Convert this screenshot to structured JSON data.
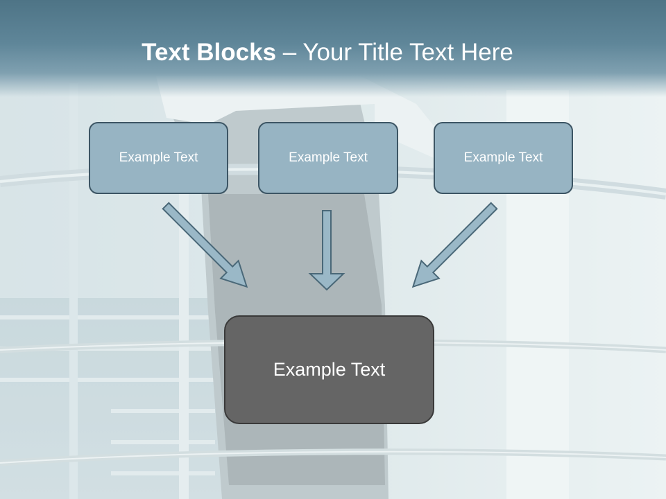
{
  "slide": {
    "title_bold": "Text Blocks",
    "title_dash": " – ",
    "title_rest": "Your Title Text Here"
  },
  "blocks": [
    {
      "label": "Example Text"
    },
    {
      "label": "Example Text"
    },
    {
      "label": "Example Text"
    }
  ],
  "center_block": {
    "label": "Example Text"
  },
  "colors": {
    "title_band": "#5f8699",
    "block_fill": "#97b4c3",
    "block_border": "#3c5564",
    "center_fill": "#656565",
    "arrow_fill": "#9ab8c7"
  }
}
